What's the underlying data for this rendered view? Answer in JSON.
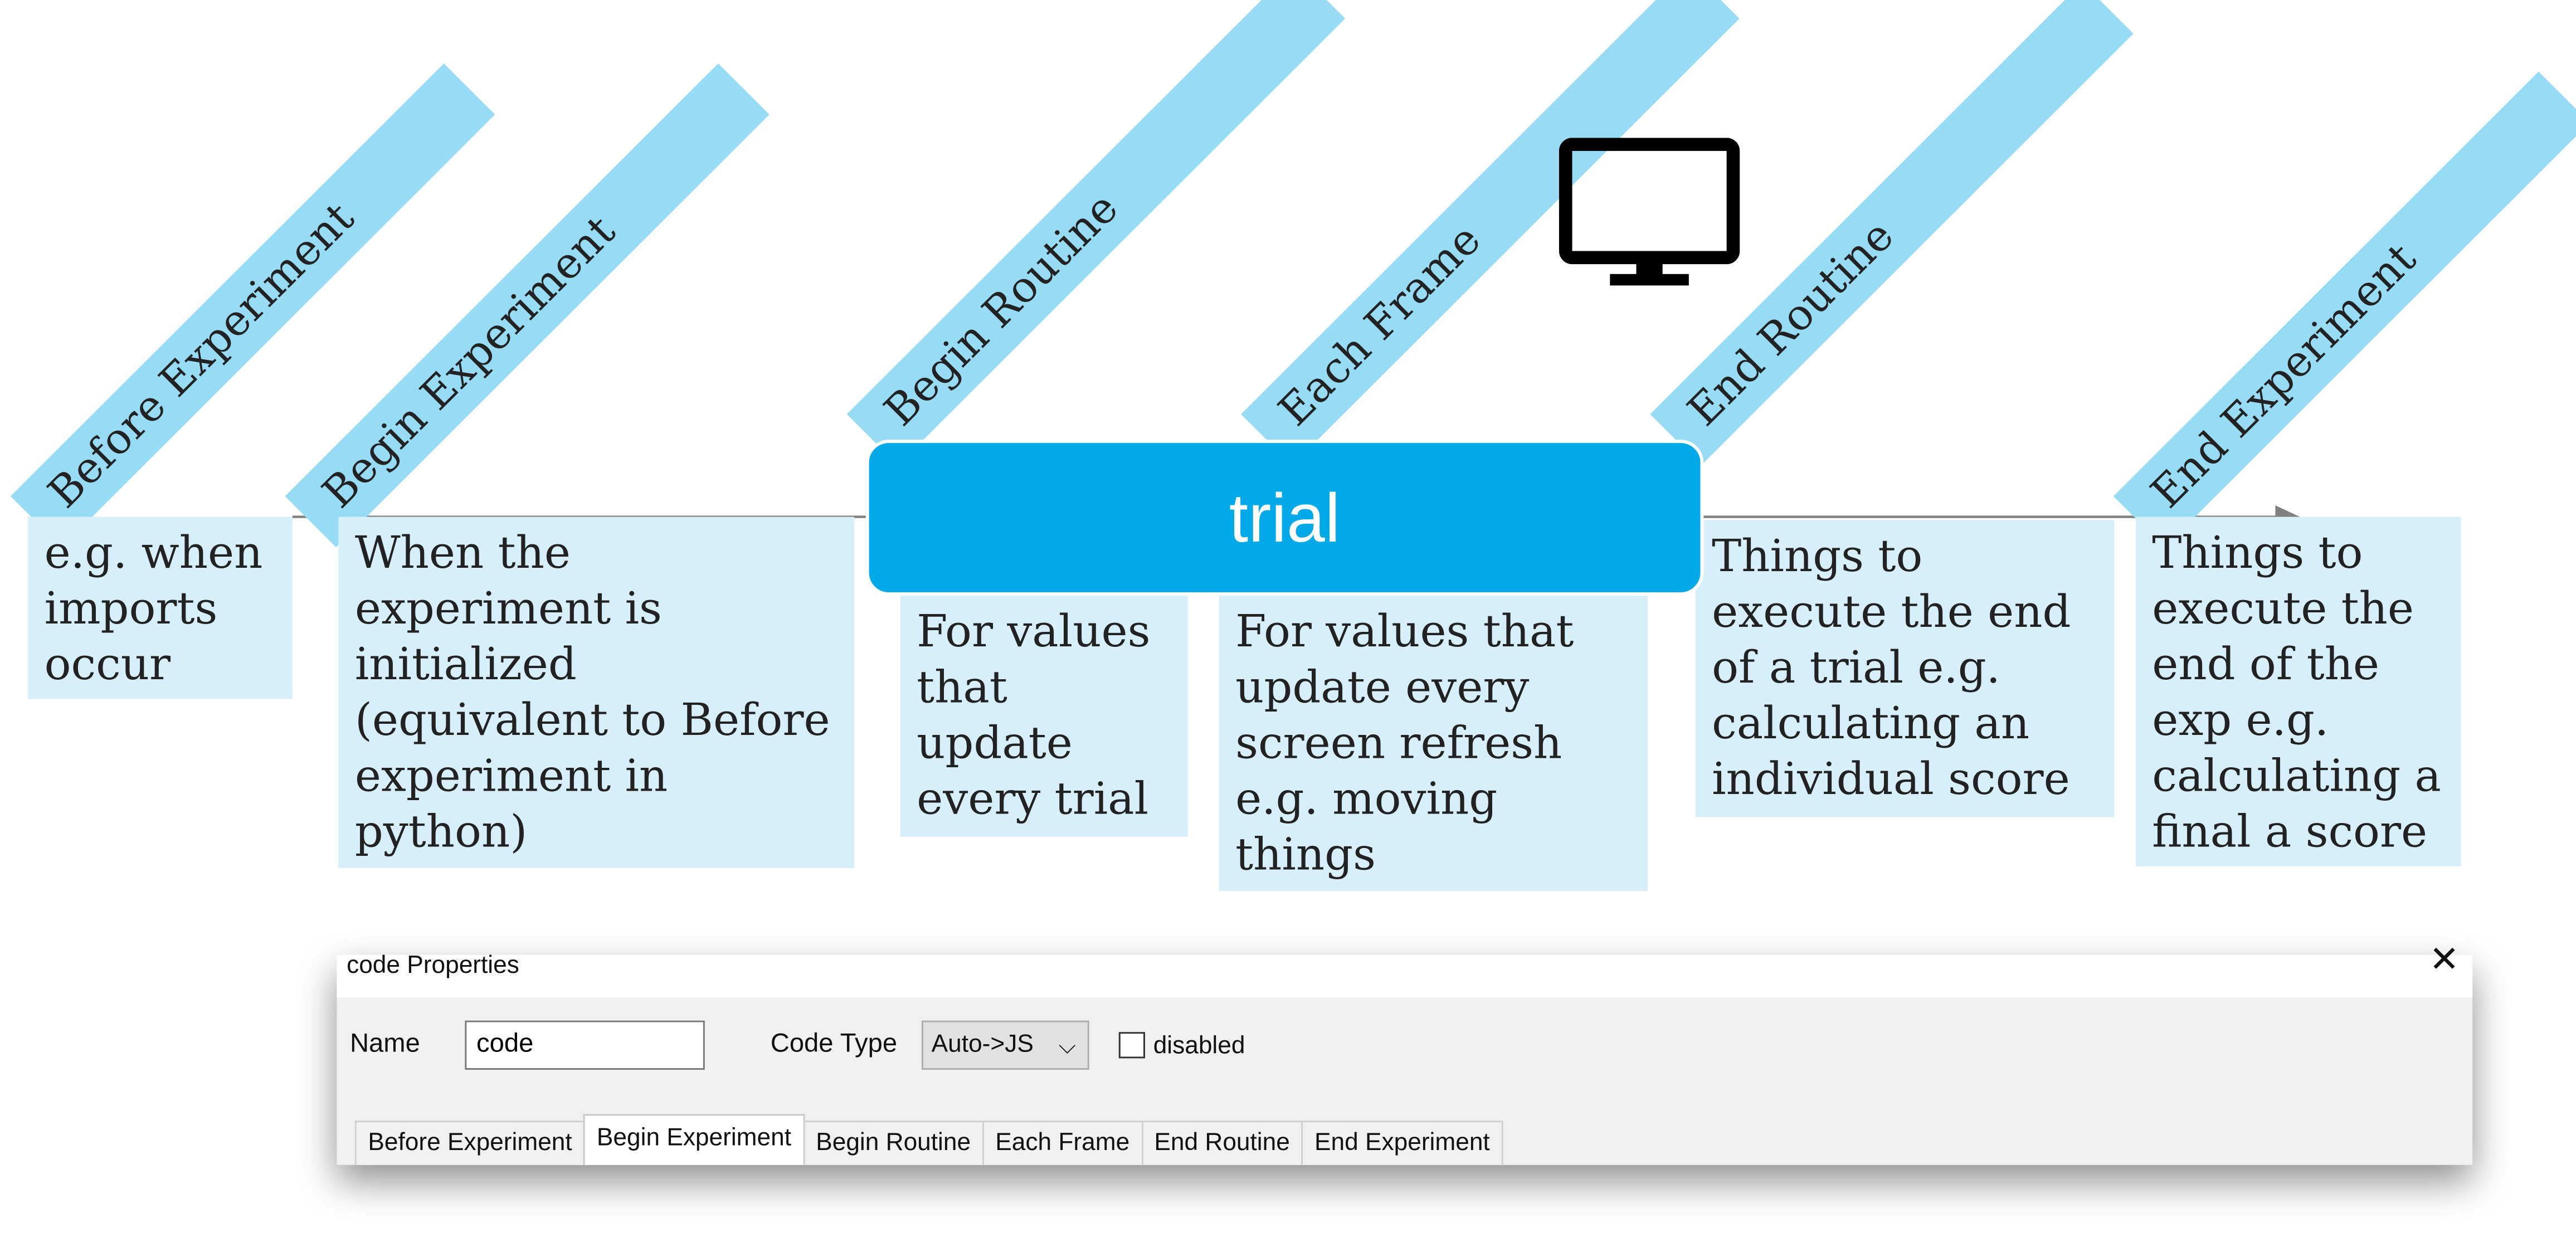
{
  "banners": {
    "before_experiment": "Before Experiment",
    "begin_experiment": "Begin Experiment",
    "begin_routine": "Begin Routine",
    "each_frame": "Each Frame",
    "end_routine": "End Routine",
    "end_experiment": "End Experiment"
  },
  "descriptions": {
    "before_experiment": [
      "e.g. when",
      "imports",
      "occur"
    ],
    "begin_experiment": [
      "When the",
      "experiment is",
      "initialized",
      "(equivalent to Before",
      "experiment in",
      "python)"
    ],
    "begin_routine": [
      "For values",
      "that",
      "update",
      "every trial"
    ],
    "each_frame": [
      "For values that",
      "update every",
      "screen refresh",
      "e.g. moving",
      "things"
    ],
    "end_routine": [
      "Things to",
      "execute the end",
      "of a trial e.g.",
      "calculating an",
      "individual score"
    ],
    "end_experiment": [
      "Things to",
      "execute the",
      "end of the",
      "exp e.g.",
      "calculating a",
      "final a score"
    ]
  },
  "routine": {
    "label": "trial"
  },
  "icons": {
    "monitor": "monitor-icon",
    "close": "close-icon",
    "chevron": "chevron-down-icon"
  },
  "colors": {
    "banner": "#97dbf5",
    "desc": "#d6effa",
    "routine": "#00a9e8",
    "line": "#808080"
  },
  "dialog": {
    "title": "code Properties",
    "close_glyph": "✕",
    "name_label": "Name",
    "name_value": "code",
    "code_type_label": "Code Type",
    "code_type_value": "Auto->JS",
    "disabled_label": "disabled",
    "tabs": [
      "Before Experiment",
      "Begin Experiment",
      "Begin Routine",
      "Each Frame",
      "End Routine",
      "End Experiment"
    ]
  }
}
